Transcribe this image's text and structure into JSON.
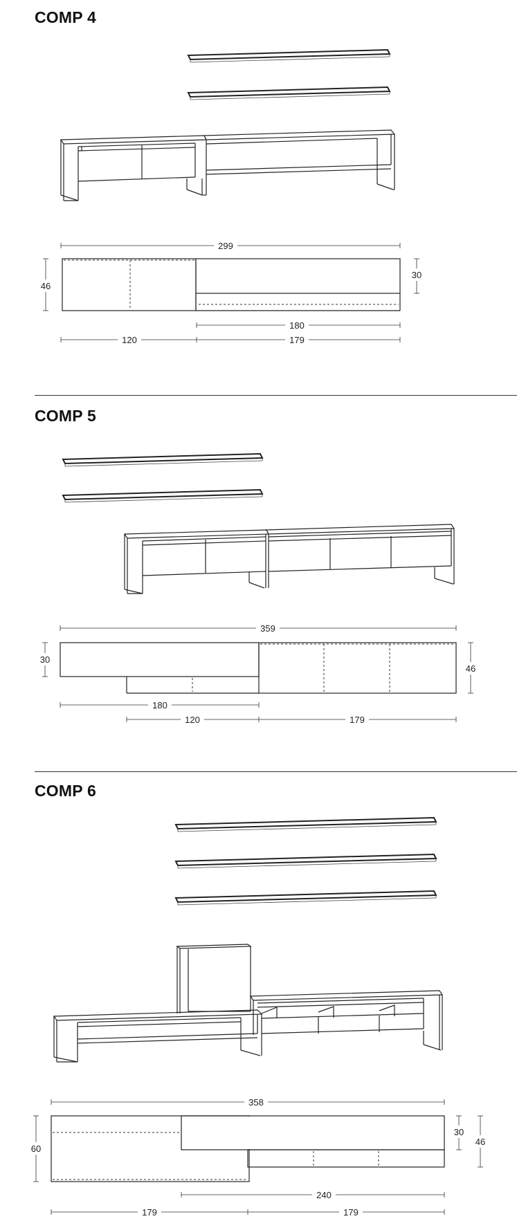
{
  "sections": [
    {
      "title": "COMP 4",
      "dims": {
        "total": "299",
        "height_tall": "46",
        "height_low": "30",
        "low_len": "180",
        "left_len": "120",
        "right_len": "179"
      }
    },
    {
      "title": "COMP 5",
      "dims": {
        "total": "359",
        "height_low": "30",
        "height_tall": "46",
        "low_len": "180",
        "left_len": "120",
        "right_len": "179"
      }
    },
    {
      "title": "COMP 6",
      "dims": {
        "total": "358",
        "height_tall": "60",
        "height_low": "30",
        "height_mid": "46",
        "mid_len": "240",
        "left_len": "179",
        "right_len": "179"
      }
    }
  ]
}
